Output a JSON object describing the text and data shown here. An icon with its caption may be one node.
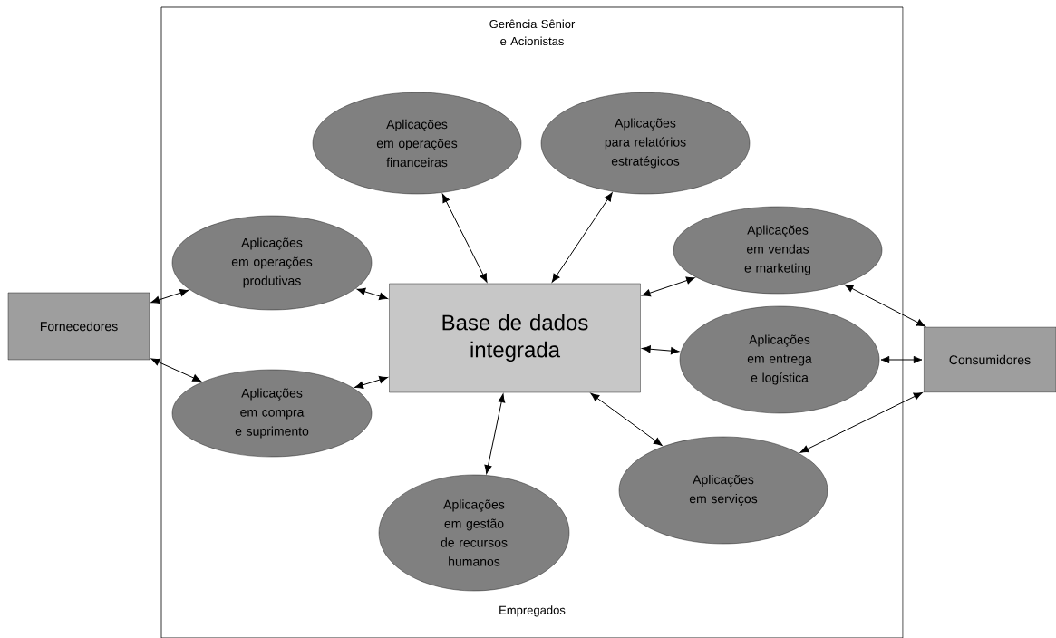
{
  "diagram": {
    "nodes": [
      {
        "text": [
          "Gerência Sênior e Acionistas",
          "Empregados"
        ]
      },
      {
        "text": [
          "Fornecedores"
        ]
      },
      {
        "text": [
          "Aplicações em operações produtivas"
        ],
        "in": 0
      },
      {
        "text": [
          "Aplicações em operações financeiras"
        ],
        "in": 0
      },
      {
        "text": [
          "Aplicações para relatórios estratégicos"
        ],
        "in": 0
      },
      {
        "text": [
          "Base de dados integrada"
        ],
        "in": 0
      },
      {
        "text": [
          "Aplicações em vendas e marketing"
        ],
        "in": 0
      },
      {
        "text": [
          "Aplicações em compra e suprimento"
        ],
        "in": 0
      },
      {
        "text": [
          "Aplicações em entrega e logística"
        ],
        "in": 0
      },
      {
        "text": [
          "Aplicações em gestão de recursos humanos"
        ],
        "in": 0
      },
      {
        "text": [
          "Aplicações em serviços"
        ],
        "in": 0
      },
      {
        "text": [
          "Consumidores"
        ]
      }
    ],
    "edges": [
      {
        "from": 1,
        "to": 2,
        "arrow": "both"
      },
      {
        "from": 1,
        "to": 7,
        "arrow": "both"
      },
      {
        "from": 2,
        "to": 5,
        "arrow": "both"
      },
      {
        "from": 7,
        "to": 5,
        "arrow": "both"
      },
      {
        "from": 3,
        "to": 5,
        "arrow": "both"
      },
      {
        "from": 4,
        "to": 5,
        "arrow": "both"
      },
      {
        "from": 5,
        "to": 6,
        "arrow": "both"
      },
      {
        "from": 5,
        "to": 8,
        "arrow": "both"
      },
      {
        "from": 5,
        "to": 10,
        "arrow": "both"
      },
      {
        "from": 5,
        "to": 9,
        "arrow": "both"
      },
      {
        "from": 6,
        "to": 11,
        "arrow": "both"
      },
      {
        "from": 8,
        "to": 11,
        "arrow": "both"
      },
      {
        "from": 10,
        "to": 11,
        "arrow": "both"
      }
    ]
  }
}
